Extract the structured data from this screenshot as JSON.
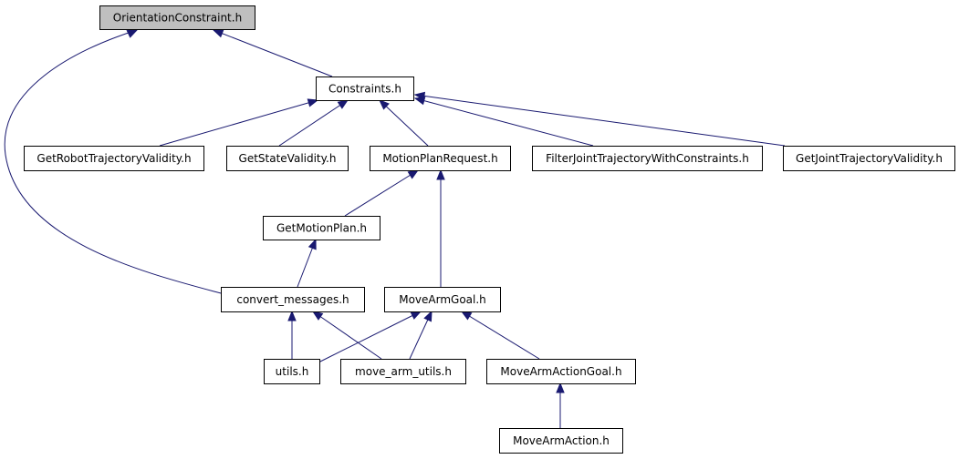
{
  "diagram": {
    "type": "include-dependency-graph",
    "colors": {
      "edge": "#191970",
      "node_fill": "#ffffff",
      "root_fill": "#bfbfbf",
      "node_border": "#000000"
    },
    "nodes": [
      {
        "id": "orientation-constraint",
        "label": "OrientationConstraint.h",
        "root": true
      },
      {
        "id": "constraints",
        "label": "Constraints.h"
      },
      {
        "id": "get-robot-trajectory-validity",
        "label": "GetRobotTrajectoryValidity.h"
      },
      {
        "id": "get-state-validity",
        "label": "GetStateValidity.h"
      },
      {
        "id": "motion-plan-request",
        "label": "MotionPlanRequest.h"
      },
      {
        "id": "filter-joint-trajectory-with-constraints",
        "label": "FilterJointTrajectoryWithConstraints.h"
      },
      {
        "id": "get-joint-trajectory-validity",
        "label": "GetJointTrajectoryValidity.h"
      },
      {
        "id": "get-motion-plan",
        "label": "GetMotionPlan.h"
      },
      {
        "id": "convert-messages",
        "label": "convert_messages.h"
      },
      {
        "id": "move-arm-goal",
        "label": "MoveArmGoal.h"
      },
      {
        "id": "utils",
        "label": "utils.h"
      },
      {
        "id": "move-arm-utils",
        "label": "move_arm_utils.h"
      },
      {
        "id": "move-arm-action-goal",
        "label": "MoveArmActionGoal.h"
      },
      {
        "id": "move-arm-action",
        "label": "MoveArmAction.h"
      }
    ],
    "edges": [
      {
        "from": "constraints",
        "to": "orientation-constraint"
      },
      {
        "from": "convert-messages",
        "to": "orientation-constraint"
      },
      {
        "from": "get-robot-trajectory-validity",
        "to": "constraints"
      },
      {
        "from": "get-state-validity",
        "to": "constraints"
      },
      {
        "from": "motion-plan-request",
        "to": "constraints"
      },
      {
        "from": "filter-joint-trajectory-with-constraints",
        "to": "constraints"
      },
      {
        "from": "get-joint-trajectory-validity",
        "to": "constraints"
      },
      {
        "from": "get-motion-plan",
        "to": "motion-plan-request"
      },
      {
        "from": "move-arm-goal",
        "to": "motion-plan-request"
      },
      {
        "from": "convert-messages",
        "to": "get-motion-plan"
      },
      {
        "from": "utils",
        "to": "convert-messages"
      },
      {
        "from": "move-arm-utils",
        "to": "convert-messages"
      },
      {
        "from": "utils",
        "to": "move-arm-goal"
      },
      {
        "from": "move-arm-utils",
        "to": "move-arm-goal"
      },
      {
        "from": "move-arm-action-goal",
        "to": "move-arm-goal"
      },
      {
        "from": "move-arm-action",
        "to": "move-arm-action-goal"
      }
    ]
  }
}
